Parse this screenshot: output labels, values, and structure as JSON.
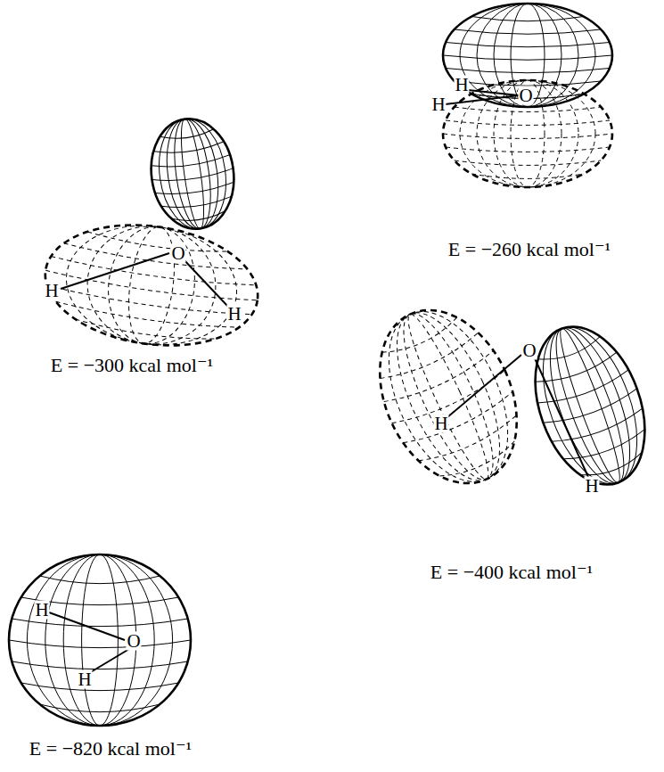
{
  "diagram": {
    "labels": [
      "H",
      "H",
      "O",
      "E = −260 kcal mol⁻¹",
      "H",
      "O",
      "H",
      "E = −300 kcal mol⁻¹",
      "O",
      "H",
      "H",
      "E = −400 kcal mol⁻¹",
      "H",
      "O",
      "H",
      "E = −820 kcal mol⁻¹"
    ]
  }
}
